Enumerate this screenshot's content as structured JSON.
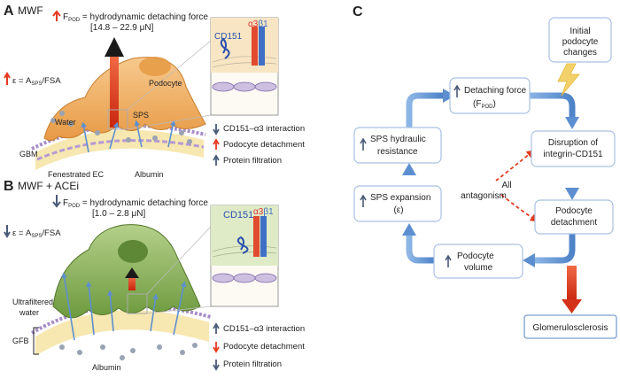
{
  "panelA": {
    "letter": "A",
    "title": "MWF",
    "force_line1_pre": "F",
    "force_sub": "POD",
    "force_line1_post": " = hydrodynamic detaching force",
    "force_range": "[14.8 – 22.9 μN]",
    "eps_pre": "ε = A",
    "eps_sub": "SPS",
    "eps_post": "/FSA",
    "labels": {
      "podocyte": "Podocyte",
      "water": "Water",
      "sps": "SPS",
      "gbm": "GBM",
      "fenestrated": "Fenestrated EC",
      "albumin": "Albumin",
      "cd151": "CD151",
      "a3b1_alpha": "α3",
      "a3b1_beta": "β1"
    },
    "legend": [
      {
        "text": "CD151–α3 interaction",
        "dir": "down",
        "color": "#4a5a78"
      },
      {
        "text": "Podocyte detachment",
        "dir": "up",
        "color": "#e53a1e"
      },
      {
        "text": "Protein filtration",
        "dir": "up",
        "color": "#4a5a78"
      }
    ]
  },
  "panelB": {
    "letter": "B",
    "title": "MWF + ACEi",
    "force_line1_pre": "F",
    "force_sub": "POD",
    "force_line1_post": " = hydrodynamic detaching force",
    "force_range": "[1.0 – 2.8 μN]",
    "eps_pre": "ε = A",
    "eps_sub": "SPS",
    "eps_post": "/FSA",
    "labels": {
      "ultra1": "Ultrafiltered",
      "ultra2": "water",
      "gfb": "GFB",
      "albumin": "Albumin",
      "cd151": "CD151",
      "a3b1_alpha": "α3",
      "a3b1_beta": "β1"
    },
    "legend": [
      {
        "text": "CD151–α3 interaction",
        "dir": "up",
        "color": "#4a5a78"
      },
      {
        "text": "Podocyte detachment",
        "dir": "down",
        "color": "#e53a1e"
      },
      {
        "text": "Protein filtration",
        "dir": "down",
        "color": "#4a5a78"
      }
    ]
  },
  "panelC": {
    "letter": "C",
    "initial_line1": "Initial",
    "initial_line2": "podocyte",
    "initial_line3": "changes",
    "detaching_line1": "Detaching force",
    "detaching_pre": "(F",
    "detaching_sub": "POD",
    "detaching_post": ")",
    "disruption_line1": "Disruption of",
    "disruption_line2": "integrin-CD151",
    "podocyte_det_line1": "Podocyte",
    "podocyte_det_line2": "detachment",
    "volume_line1": "Podocyte",
    "volume_line2": "volume",
    "expansion_line1": "SPS expansion",
    "expansion_line2": "(ε)",
    "hydraulic_line1": "SPS hydraulic",
    "hydraulic_line2": "resistance",
    "antagonism_line1": "All",
    "antagonism_line2": "antagonism",
    "glomerulosclerosis": "Glomerulosclerosis"
  },
  "colors": {
    "red": "#e53a1e",
    "slate": "#4a5a78",
    "flow_blue": "#6b9bd6",
    "box_border": "#a9c1e2",
    "podocyte_orange": "#f2b266",
    "podocyte_green": "#93b760",
    "yellow": "#f3d16a"
  }
}
